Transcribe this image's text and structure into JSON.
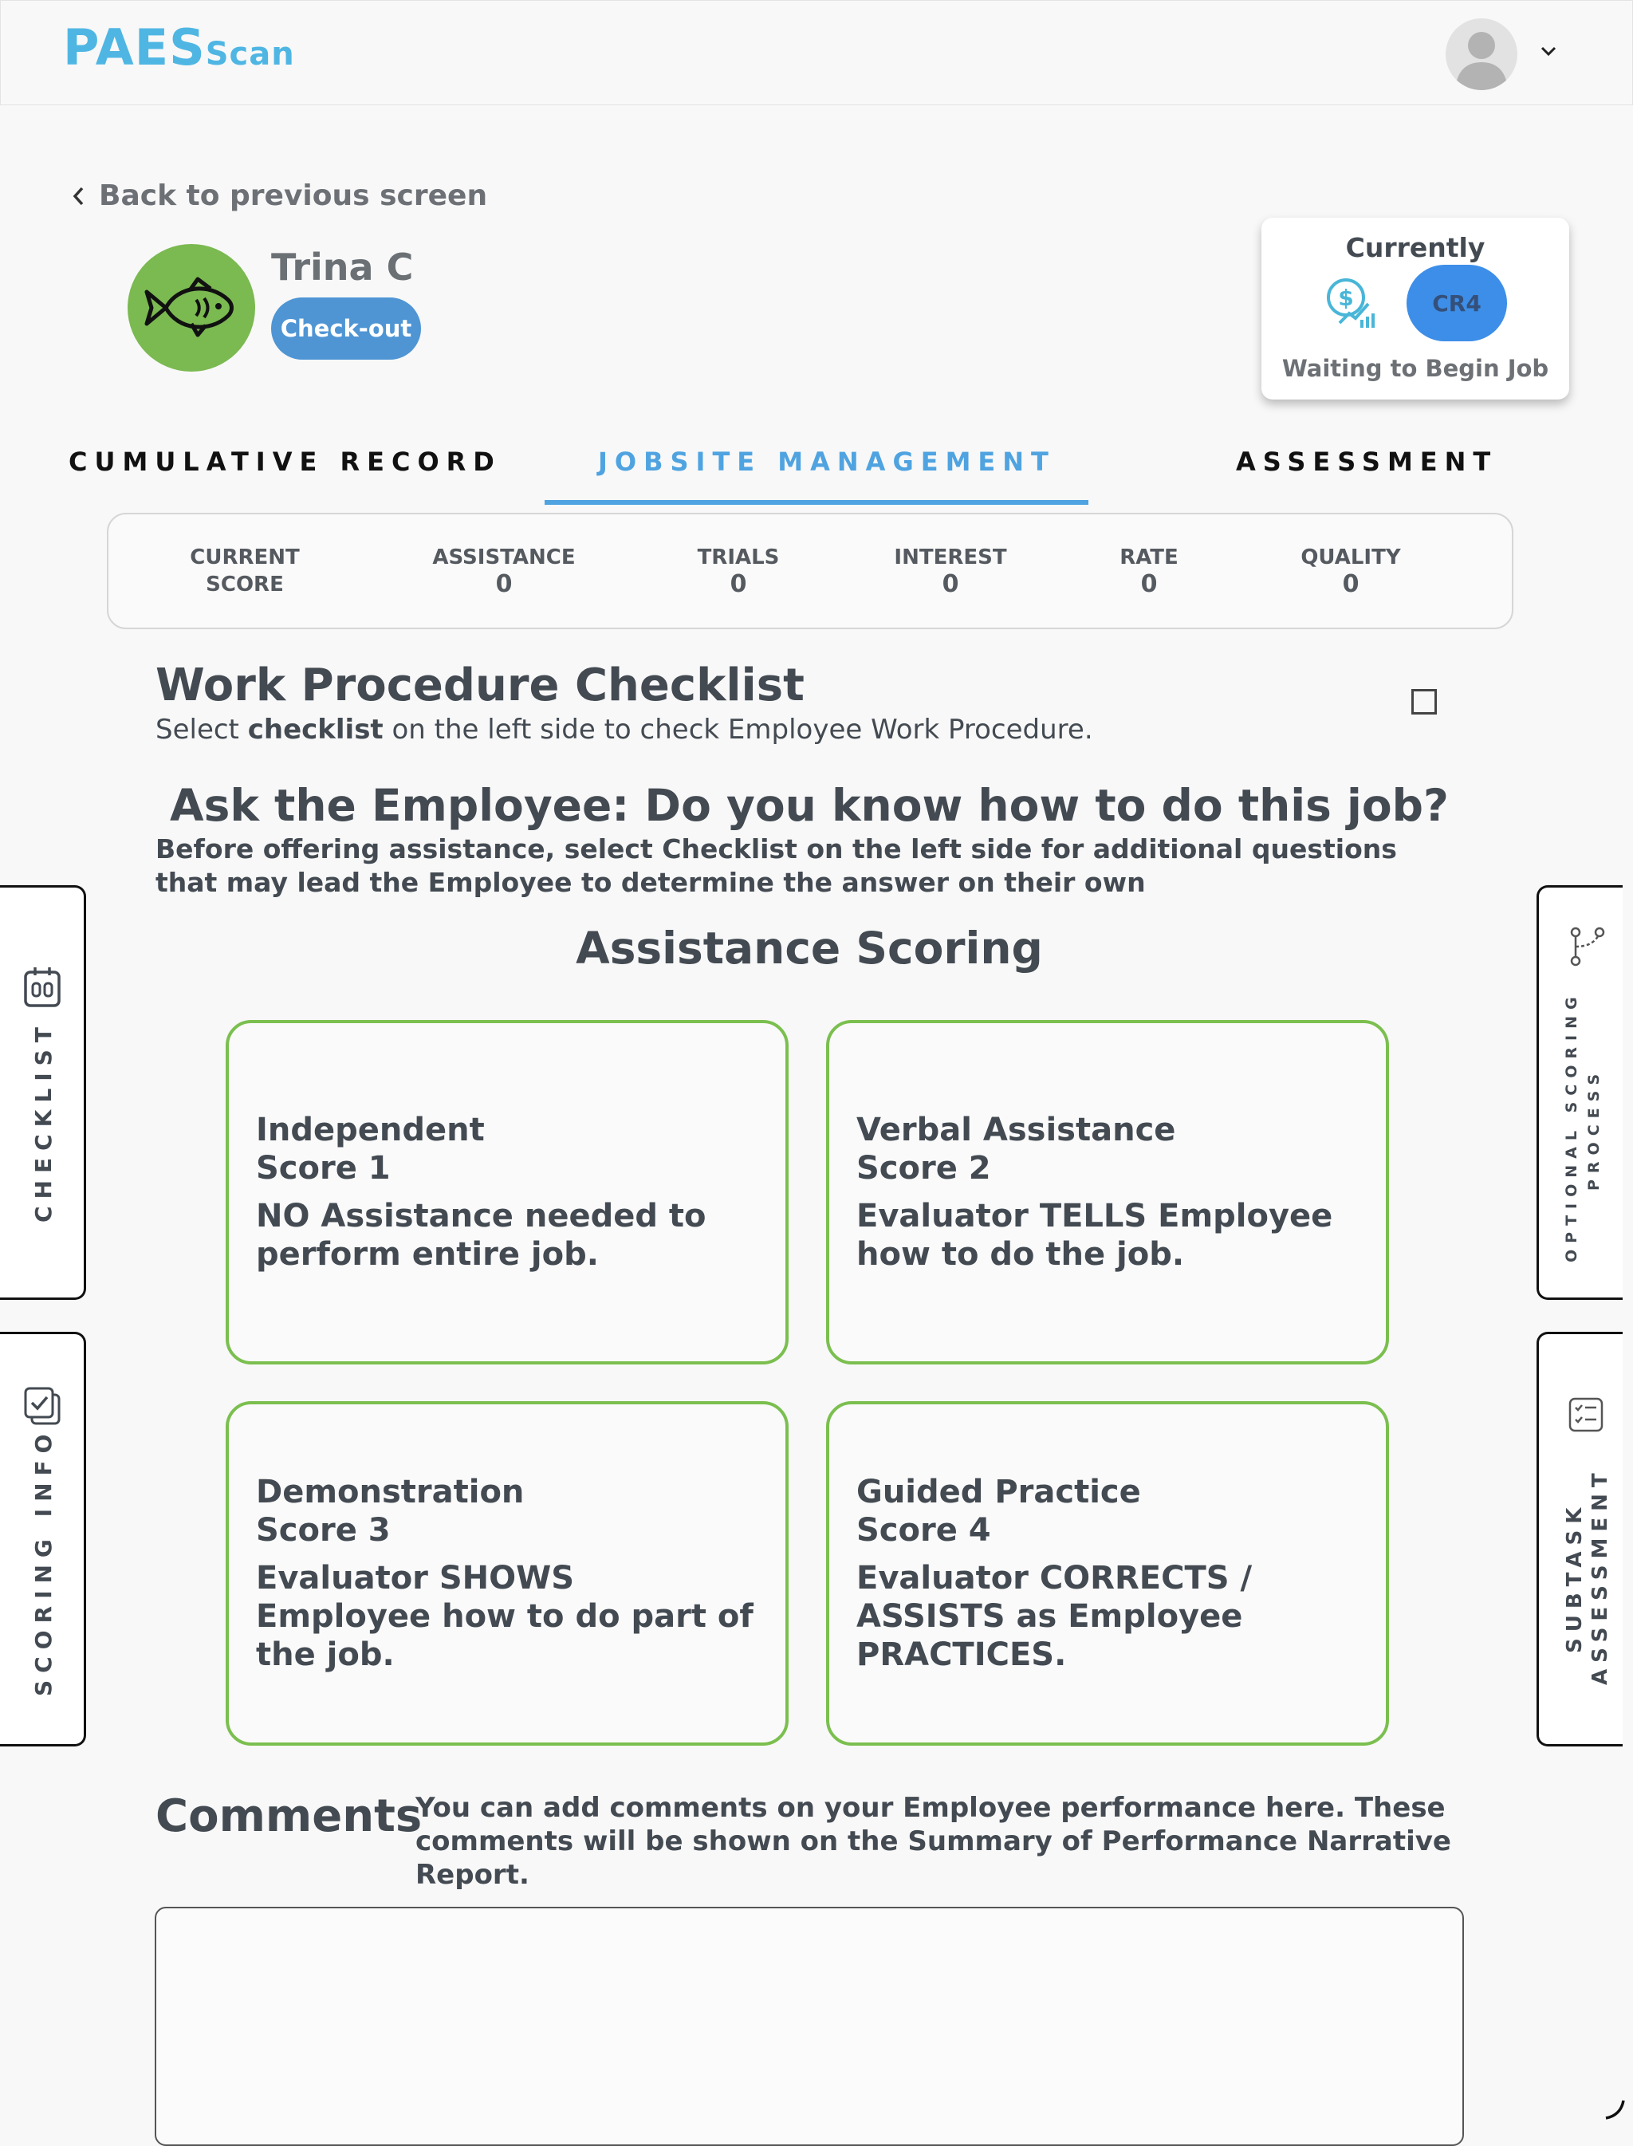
{
  "header": {
    "logo_main": "PAES",
    "logo_sub": "Scan"
  },
  "back_label": "Back to previous screen",
  "employee": {
    "name": "Trina C",
    "checkout_label": "Check-out"
  },
  "status": {
    "title": "Currently",
    "code": "CR4",
    "text": "Waiting to Begin Job"
  },
  "tabs": [
    {
      "label": "CUMULATIVE RECORD",
      "active": false
    },
    {
      "label": "JOBSITE MANAGEMENT",
      "active": true
    },
    {
      "label": "ASSESSMENT",
      "active": false
    }
  ],
  "scores": {
    "label_line1": "CURRENT",
    "label_line2": "SCORE",
    "items": [
      {
        "label": "ASSISTANCE",
        "value": "0"
      },
      {
        "label": "TRIALS",
        "value": "0"
      },
      {
        "label": "INTEREST",
        "value": "0"
      },
      {
        "label": "RATE",
        "value": "0"
      },
      {
        "label": "QUALITY",
        "value": "0"
      }
    ]
  },
  "work_procedure": {
    "title": "Work Procedure Checklist",
    "sub_pre": "Select ",
    "sub_bold": "checklist",
    "sub_post": " on the left side to check Employee Work Procedure."
  },
  "ask": {
    "title": "Ask the Employee: Do you know how to do this job?",
    "sub": "Before offering assistance, select Checklist on the left side for additional questions that may lead the Employee to determine the answer on their own"
  },
  "assistance": {
    "title": "Assistance Scoring",
    "cards": [
      {
        "name": "Independent",
        "score": "Score 1",
        "desc": "NO Assistance needed to perform entire job."
      },
      {
        "name": "Verbal Assistance",
        "score": "Score 2",
        "desc": "Evaluator TELLS Employee how to do the job."
      },
      {
        "name": "Demonstration",
        "score": "Score 3",
        "desc": "Evaluator SHOWS Employee how to do part of the job."
      },
      {
        "name": "Guided Practice",
        "score": "Score 4",
        "desc": "Evaluator CORRECTS / ASSISTS as Employee PRACTICES."
      }
    ]
  },
  "side_tabs": {
    "checklist": "CHECKLIST",
    "scoring_info": "SCORING INFO",
    "optional_line1": "OPTIONAL SCORING",
    "optional_line2": "PROCESS",
    "subtask_line1": "SUBTASK",
    "subtask_line2": "ASSESSMENT"
  },
  "comments": {
    "title": "Comments",
    "sub": "You can add comments on your Employee performance here. These comments will be shown on the Summary of Performance Narrative Report.",
    "value": ""
  },
  "colors": {
    "accent_blue": "#4fa3e0",
    "button_blue": "#4f95d4",
    "card_green": "#7bbf4f",
    "avatar_green": "#7bb951"
  }
}
